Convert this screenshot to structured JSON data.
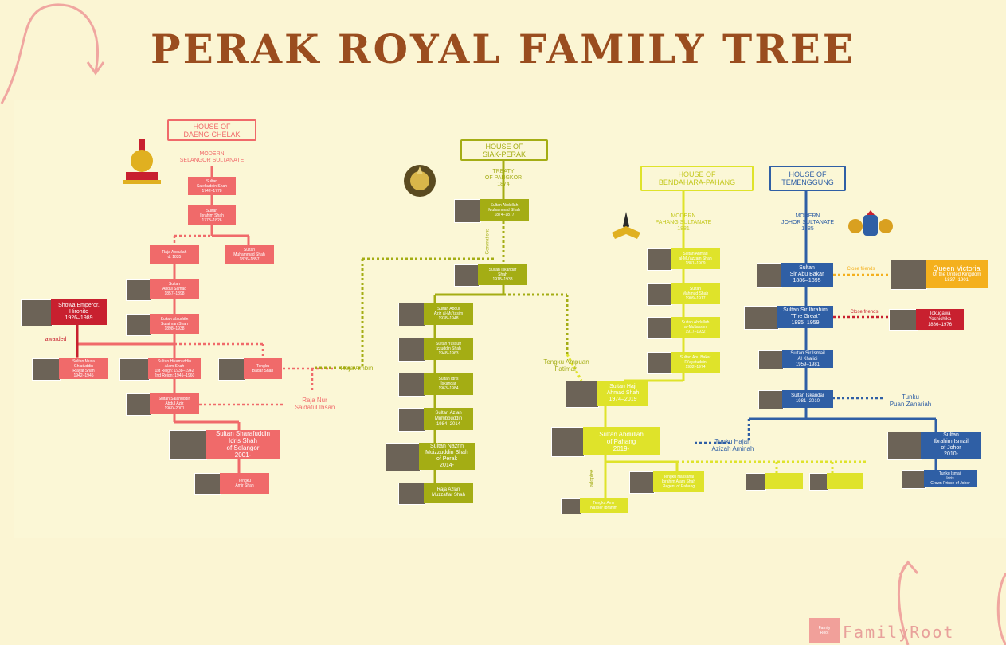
{
  "title": "PERAK ROYAL FAMILY TREE",
  "houses": {
    "daeng": {
      "line1": "HOUSE OF",
      "line2": "DAENG-CHELAK",
      "caption1": "MODERN",
      "caption2": "SELANGOR SULTANATE"
    },
    "siak": {
      "line1": "HOUSE OF",
      "line2": "SIAK-PERAK",
      "caption1": "TREATY",
      "caption2": "OF PANGKOR",
      "caption3": "1874"
    },
    "bendahara": {
      "line1": "HOUSE OF",
      "line2": "BENDAHARA-PAHANG",
      "caption1": "MODERN",
      "caption2": "PAHANG SULTANATE",
      "caption3": "1881"
    },
    "temenggung": {
      "line1": "HOUSE OF",
      "line2": "TEMENGGUNG",
      "caption1": "MODERN",
      "caption2": "JOHOR SULTANATE",
      "caption3": "1885"
    }
  },
  "selangor": [
    {
      "name": "Sultan\nSalehuddin Shah",
      "years": "1742–1778"
    },
    {
      "name": "Sultan\nIbrahim Shah",
      "years": "1778–1826"
    },
    {
      "name": "Raja Abdullah",
      "years": "d. 1835"
    },
    {
      "name": "Sultan\nMuhammad Shah",
      "years": "1826–1857"
    },
    {
      "name": "Sultan\nAbdul Samad",
      "years": "1857–1898"
    },
    {
      "name": "Sultan Alauddin\nSulaiman Shah",
      "years": "1898–1938"
    },
    {
      "name": "Sultan Musa\nGhiatuddin\nRiayat Shah",
      "years": "1942–1945"
    },
    {
      "name": "Sultan Hisamuddin\nAlam Shah",
      "years": "1st Reign: 1938–1942\n2nd Reign: 1945–1960"
    },
    {
      "name": "Tengku\nBadar Shah",
      "years": ""
    },
    {
      "name": "Sultan Salahuddin\nAbdul Aziz",
      "years": "1960–2001"
    },
    {
      "name": "Sultan Sharafuddin\nIdris Shah",
      "years": "of Selangor\n2001-"
    },
    {
      "name": "Tengku\nAmir Shah",
      "years": ""
    }
  ],
  "showa": {
    "name": "Showa Emperor,\nHirohito",
    "years": "1926–1989"
  },
  "awarded": "awarded",
  "raja_ambin": "Raja Ambin",
  "raja_nur": "Raja Nur\nSaidatul Ihsan",
  "perak": [
    {
      "name": "Sultan Abdullah\nMuhammad Shah",
      "years": "1874–1877"
    },
    {
      "name": "Sultan Iskandar\nShah",
      "years": "1918–1938"
    },
    {
      "name": "Sultan Abdul\nAziz al-Mu'tasim",
      "years": "1938–1948"
    },
    {
      "name": "Sultan Yussuff\nIzzuddin Shah",
      "years": "1948–1963"
    },
    {
      "name": "Sultan Idris\nIskandar",
      "years": "1963–1984"
    },
    {
      "name": "Sultan Azlan\nMuhibbuddin",
      "years": "1984–2014"
    },
    {
      "name": "Sultan Nazrin\nMuizzuddin Shah",
      "years": "of Perak\n2014-"
    },
    {
      "name": "Raja Azlan\nMuzzaffar Shah",
      "years": ""
    }
  ],
  "generations": "Generations",
  "pahang": [
    {
      "name": "Sultan Ahmad\nal-Mu'azzam Shah",
      "years": "1881–1909"
    },
    {
      "name": "Sultan\nMahmud Shah",
      "years": "1909–1917"
    },
    {
      "name": "Sultan Abdullah\nal-Mu'tassim",
      "years": "1917–1932"
    },
    {
      "name": "Sultan Abu Bakar\nRi'ayatuddin",
      "years": "1932–1974"
    },
    {
      "name": "Sultan Haji\nAhmad Shah",
      "years": "1974–2019"
    },
    {
      "name": "Sultan Abdullah\nof Pahang",
      "years": "2019-"
    },
    {
      "name": "Tengku Hassanal\nIbrahim Alam Shah",
      "years": "Regent of Pahang"
    },
    {
      "name": "Tengku Amir\nNasser Ibrahim",
      "years": ""
    },
    {
      "name": "",
      "years": ""
    },
    {
      "name": "",
      "years": ""
    }
  ],
  "tengku_ampuan": "Tengku Ampuan\nFatimah",
  "tunku_hajah": "Tunku Hajah\nAzizah Aminah",
  "adoptee": "adoptee",
  "johor": [
    {
      "name": "Sultan\nSir Abu Bakar",
      "years": "1886–1895"
    },
    {
      "name": "Sultan Sir Ibrahim\n\"The Great\"",
      "years": "1895–1959"
    },
    {
      "name": "Sultan Sir Ismail\nAl Khalidi",
      "years": "1959–1981"
    },
    {
      "name": "Sultan Iskandar",
      "years": "1981–2010"
    },
    {
      "name": "Sultan\nIbrahim Ismail\nof Johor",
      "years": "2010-"
    },
    {
      "name": "Tunku Ismail\nIdris",
      "years": "Crown Prince of Johor"
    }
  ],
  "close_friends": "Close friends",
  "queen": {
    "name": "Queen Victoria",
    "years": "Of the United Kingdom\n1837–1901"
  },
  "tokugawa": {
    "name": "Tokugawa\nYoshichika",
    "years": "1886–1976"
  },
  "tunku_puan": "Tunku\nPuan Zanariah",
  "brand": "FamilyRoot",
  "brand_small": "Family\nRoot",
  "colors": {
    "title": "#9a4d1f",
    "selangor": "#f06a6a",
    "perak": "#a4ad14",
    "pahang": "#dfe32a",
    "johor": "#2f5fa5"
  }
}
